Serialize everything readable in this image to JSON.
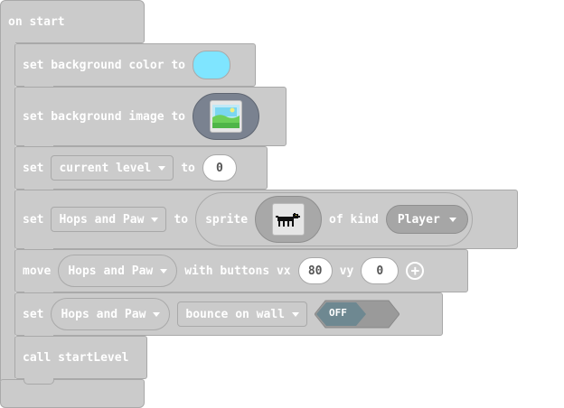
{
  "event_block": {
    "label": "on start"
  },
  "blocks": {
    "bg_color": {
      "label": "set background color to",
      "color": "#7fe5ff"
    },
    "bg_image": {
      "label": "set background image to"
    },
    "set_level": {
      "set": "set",
      "variable": "current level",
      "to": "to",
      "value": "0"
    },
    "set_sprite": {
      "set": "set",
      "variable": "Hops and Paw",
      "to": "to",
      "sprite": "sprite",
      "of_kind": "of kind",
      "kind": "Player"
    },
    "move": {
      "move": "move",
      "sprite": "Hops and Paw",
      "with_buttons": "with buttons vx",
      "vx": "80",
      "vy_label": "vy",
      "vy": "0"
    },
    "bounce": {
      "set": "set",
      "sprite": "Hops and Paw",
      "property": "bounce on wall",
      "toggle": "OFF"
    },
    "call": {
      "label": "call startLevel"
    }
  },
  "colors": {
    "block": "#cbcbcb",
    "border": "#a9a9a9",
    "swatch": "#7fe5ff"
  },
  "icons": [
    "caret-down-icon",
    "plus-circle-icon",
    "landscape-image-icon",
    "dog-sprite-icon"
  ]
}
